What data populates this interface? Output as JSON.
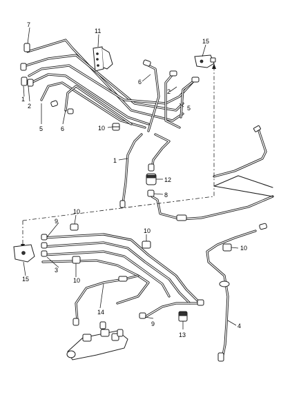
{
  "callouts": {
    "c1_upper": "1",
    "c1_mid": "1",
    "c2_upper": "2",
    "c2_right": "2",
    "c3": "3",
    "c4": "4",
    "c5_left": "5",
    "c5_right": "5",
    "c6_left": "6",
    "c6_right": "6",
    "c7": "7",
    "c8": "8",
    "c9_left": "9",
    "c9_bottom": "9",
    "c10_a": "10",
    "c10_b": "10",
    "c10_c": "10",
    "c10_d": "10",
    "c10_e": "10",
    "c11": "11",
    "c12": "12",
    "c13": "13",
    "c14": "14",
    "c15_top": "15",
    "c15_left": "15"
  }
}
